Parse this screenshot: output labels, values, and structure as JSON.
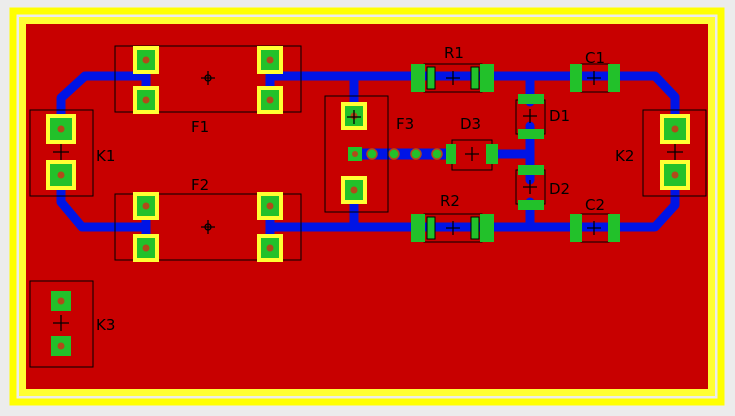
{
  "colors": {
    "background": "#ececec",
    "board_outline": "#ffff00",
    "copper_pour": "#c80000",
    "trace": "#0014e6",
    "pad_ring": "#ffff33",
    "pad": "#22c12a",
    "via": "#b04a1a",
    "silkscreen": "#000000"
  },
  "components": [
    {
      "id": "F1",
      "label": "F1",
      "type": "fuse-holder"
    },
    {
      "id": "F2",
      "label": "F2",
      "type": "fuse-holder"
    },
    {
      "id": "F3",
      "label": "F3",
      "type": "fuse-holder"
    },
    {
      "id": "K1",
      "label": "K1",
      "type": "connector"
    },
    {
      "id": "K2",
      "label": "K2",
      "type": "connector"
    },
    {
      "id": "K3",
      "label": "K3",
      "type": "connector"
    },
    {
      "id": "R1",
      "label": "R1",
      "type": "resistor"
    },
    {
      "id": "R2",
      "label": "R2",
      "type": "resistor"
    },
    {
      "id": "C1",
      "label": "C1",
      "type": "capacitor"
    },
    {
      "id": "C2",
      "label": "C2",
      "type": "capacitor"
    },
    {
      "id": "D1",
      "label": "D1",
      "type": "diode"
    },
    {
      "id": "D2",
      "label": "D2",
      "type": "diode"
    },
    {
      "id": "D3",
      "label": "D3",
      "type": "diode"
    }
  ]
}
